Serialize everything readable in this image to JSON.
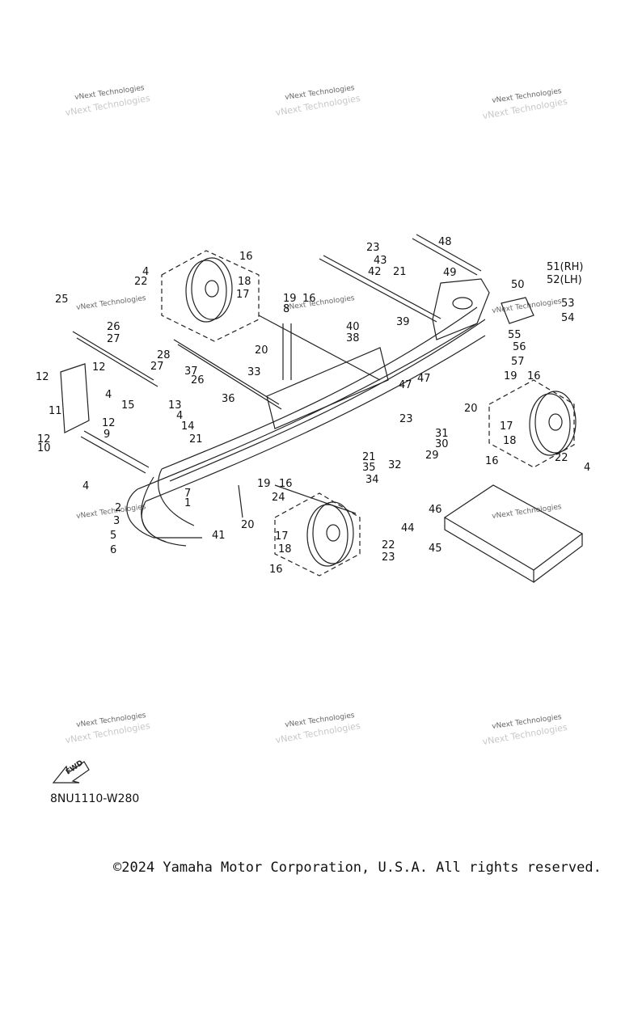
{
  "watermark": "vNext Technologies",
  "diagram_code": "8NU1110-W280",
  "fwd_label": "FWD",
  "copyright": "©2024 Yamaha Motor Corporation, U.S.A. All rights reserved.",
  "callouts": [
    "1",
    "2",
    "3",
    "4",
    "5",
    "6",
    "7",
    "8",
    "9",
    "10",
    "11",
    "12",
    "13",
    "14",
    "15",
    "16",
    "17",
    "18",
    "19",
    "20",
    "21",
    "22",
    "23",
    "24",
    "25",
    "26",
    "27",
    "28",
    "29",
    "30",
    "31",
    "32",
    "33",
    "34",
    "35",
    "36",
    "37",
    "38",
    "39",
    "40",
    "41",
    "42",
    "43",
    "44",
    "45",
    "46",
    "47",
    "48",
    "49",
    "50",
    "51(RH)",
    "52(LH)",
    "53",
    "54",
    "55",
    "56",
    "57"
  ]
}
